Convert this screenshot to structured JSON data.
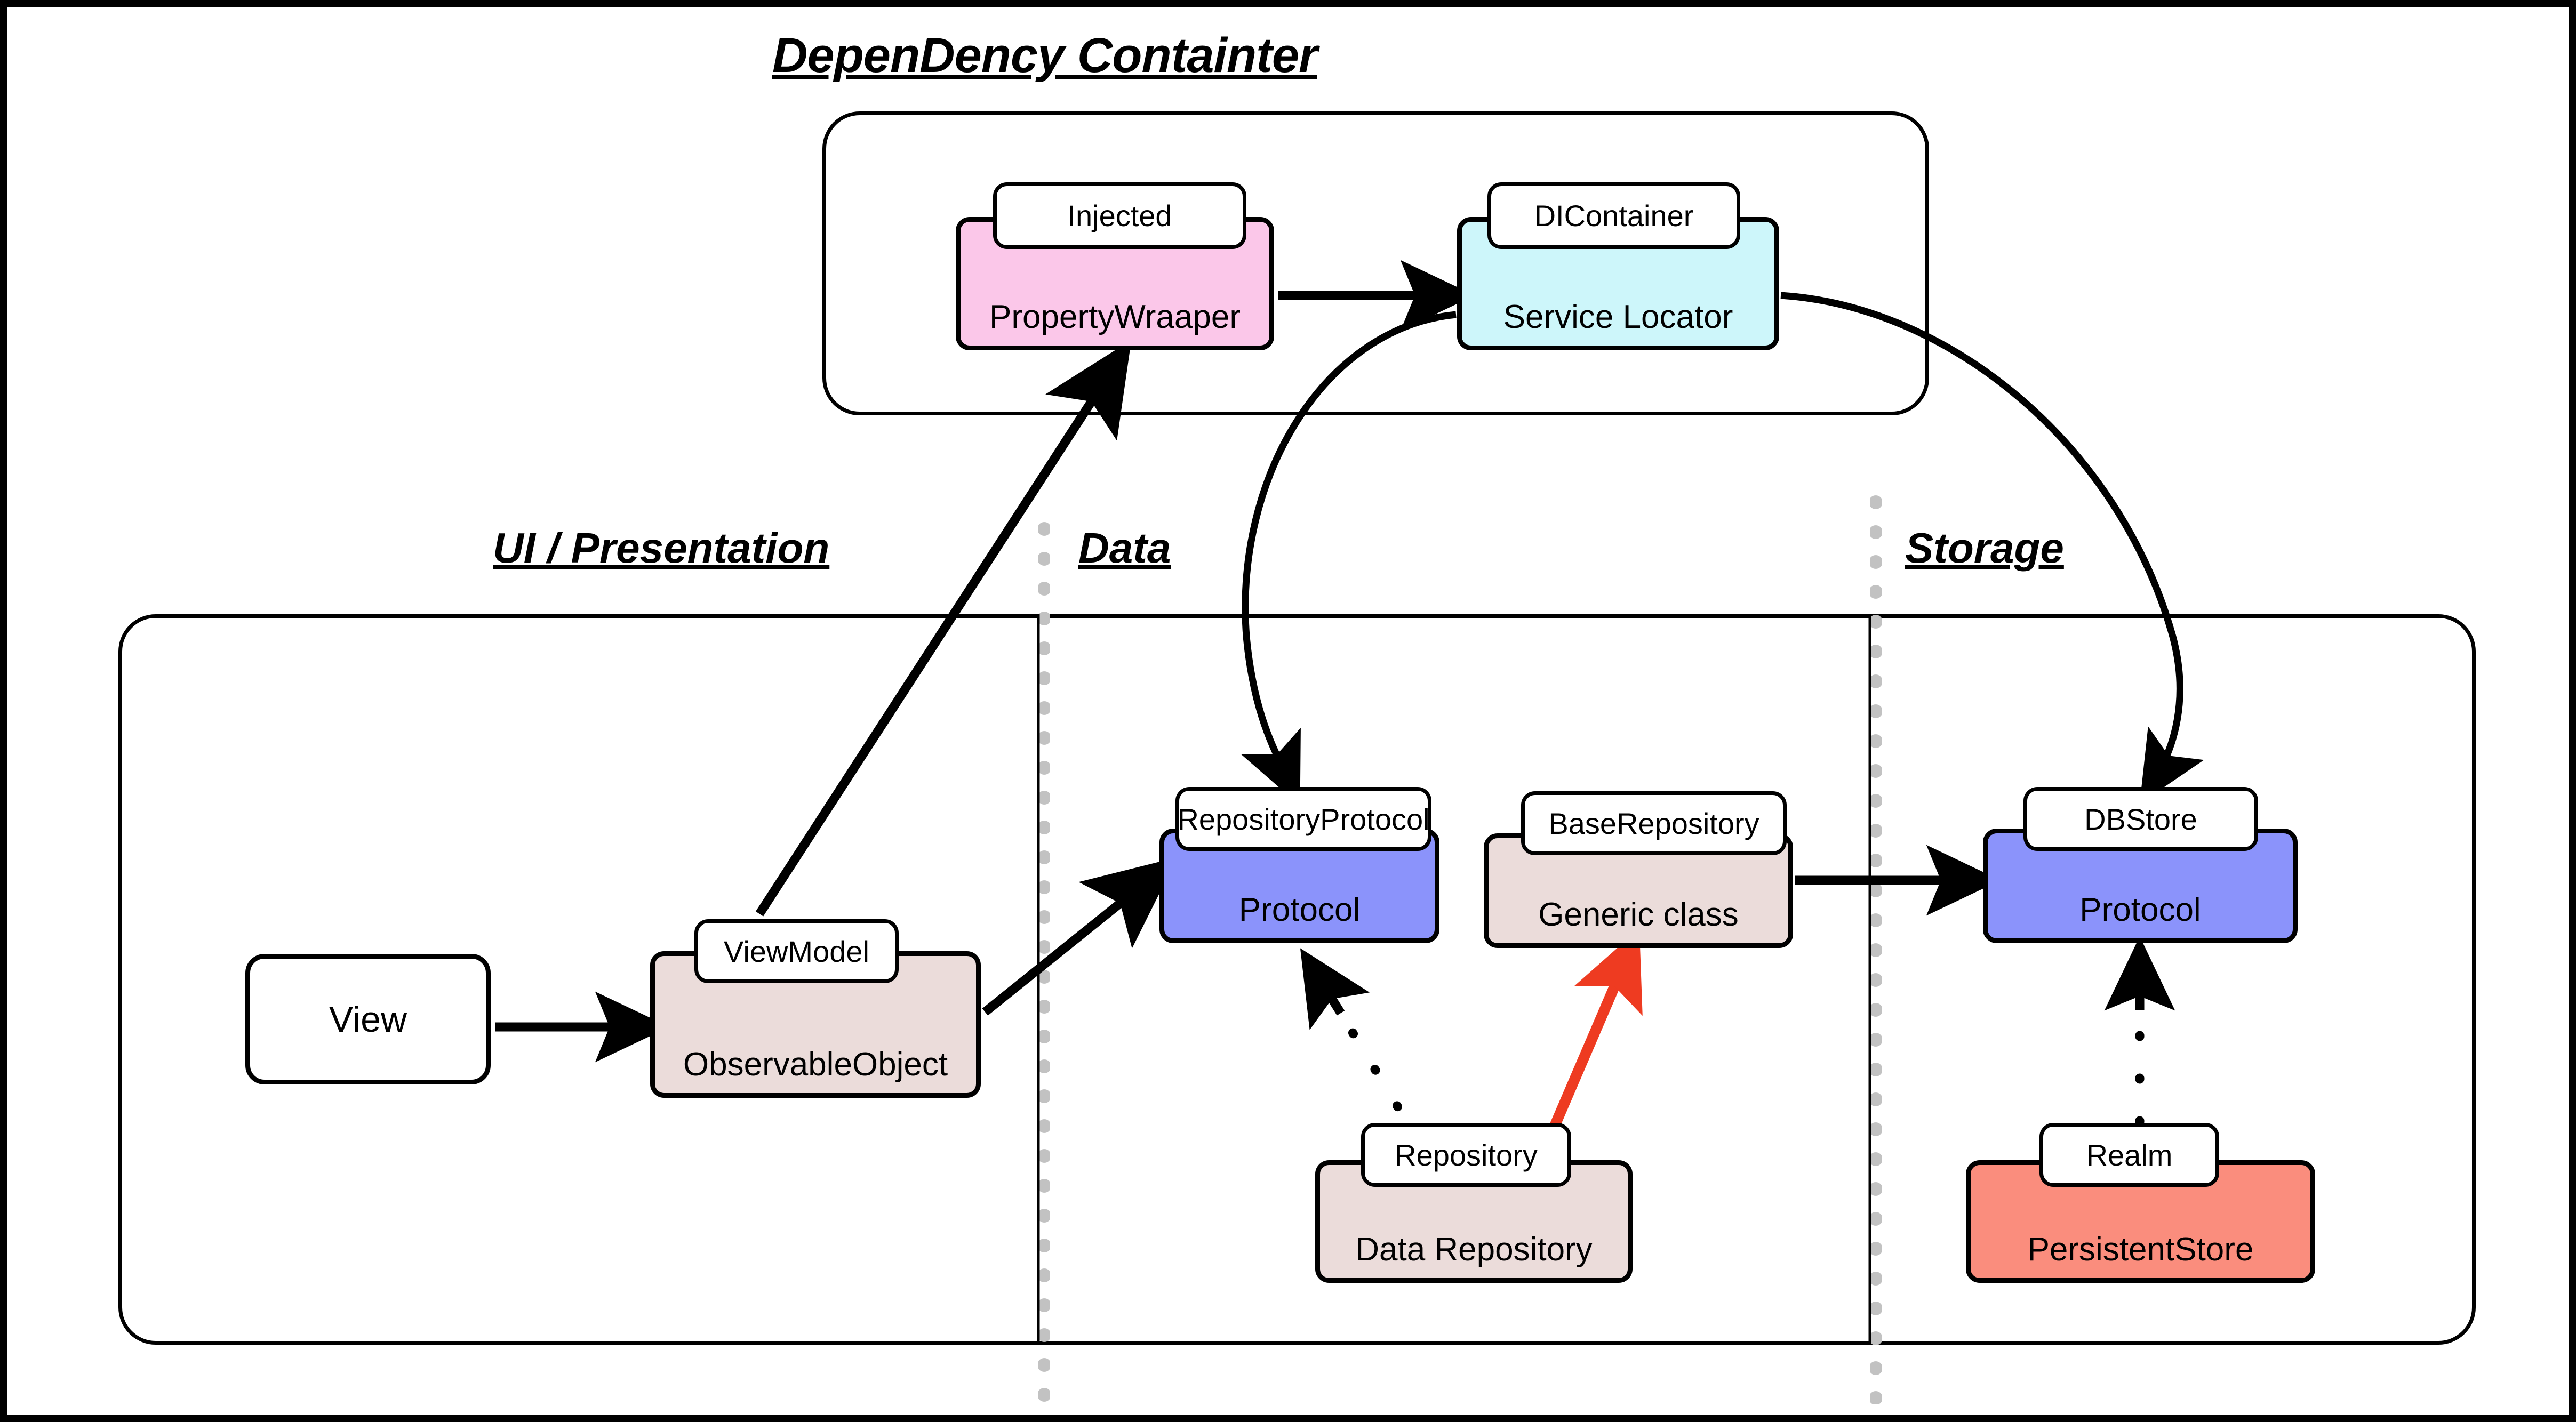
{
  "diagram": {
    "title": "DepenDency Containter",
    "layers": [
      {
        "id": "ui",
        "label": "UI / Presentation"
      },
      {
        "id": "data",
        "label": "Data"
      },
      {
        "id": "storage",
        "label": "Storage"
      }
    ],
    "nodes": [
      {
        "id": "injected",
        "tag": "Injected",
        "sub": "PropertyWraaper",
        "color": "#fbc7e9",
        "layer": "di"
      },
      {
        "id": "dicontainer",
        "tag": "DIContainer",
        "sub": "Service Locator",
        "color": "#cdf6fa",
        "layer": "di"
      },
      {
        "id": "view",
        "tag": "",
        "sub": "View",
        "color": "#ffffff",
        "layer": "ui"
      },
      {
        "id": "viewmodel",
        "tag": "ViewModel",
        "sub": "ObservableObject",
        "color": "#ebdcda",
        "layer": "ui"
      },
      {
        "id": "repoproto",
        "tag": "RepositoryProtocol",
        "sub": "Protocol",
        "color": "#8b93fb",
        "layer": "data"
      },
      {
        "id": "baserepo",
        "tag": "BaseRepository",
        "sub": "Generic class",
        "color": "#ebdcda",
        "layer": "data"
      },
      {
        "id": "repository",
        "tag": "Repository",
        "sub": "Data Repository",
        "color": "#ebdcda",
        "layer": "data"
      },
      {
        "id": "dbstore",
        "tag": "DBStore",
        "sub": "Protocol",
        "color": "#8b93fb",
        "layer": "storage"
      },
      {
        "id": "realm",
        "tag": "Realm",
        "sub": "PersistentStore",
        "color": "#fa8d7d",
        "layer": "storage"
      }
    ],
    "edges": [
      {
        "from": "injected",
        "to": "dicontainer",
        "style": "solid",
        "color": "#000000"
      },
      {
        "from": "view",
        "to": "viewmodel",
        "style": "solid",
        "color": "#000000"
      },
      {
        "from": "viewmodel",
        "to": "injected",
        "style": "solid",
        "color": "#000000"
      },
      {
        "from": "viewmodel",
        "to": "repoproto",
        "style": "solid",
        "color": "#000000"
      },
      {
        "from": "dicontainer",
        "to": "repoproto",
        "style": "curved",
        "color": "#000000"
      },
      {
        "from": "dicontainer",
        "to": "dbstore",
        "style": "curved",
        "color": "#000000"
      },
      {
        "from": "baserepo",
        "to": "dbstore",
        "style": "solid",
        "color": "#000000"
      },
      {
        "from": "repository",
        "to": "repoproto",
        "style": "dotted",
        "color": "#000000"
      },
      {
        "from": "repository",
        "to": "baserepo",
        "style": "solid",
        "color": "#ee3b21"
      },
      {
        "from": "realm",
        "to": "dbstore",
        "style": "dotted",
        "color": "#000000"
      }
    ],
    "palette": {
      "pink": "#fbc7e9",
      "cyan": "#cdf6fa",
      "blue": "#8b93fb",
      "beige": "#ebdcda",
      "salmon": "#fa8d7d",
      "red_arrow": "#ee3b21",
      "separator_gray": "#c2c2c2",
      "outline": "#000000"
    }
  }
}
